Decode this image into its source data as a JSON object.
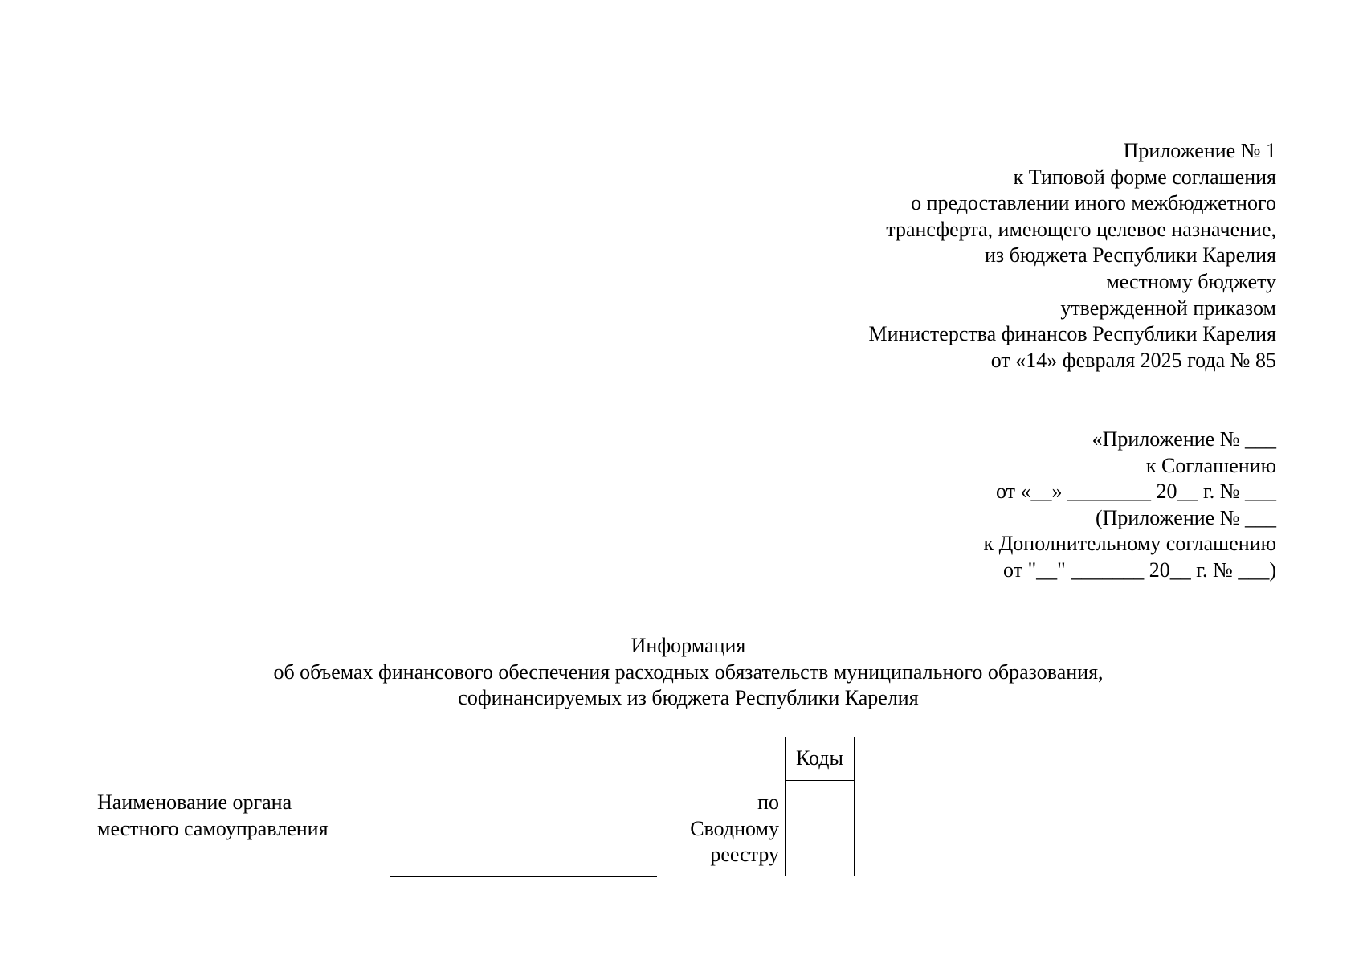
{
  "appendix_header": {
    "lines": [
      "Приложение № 1",
      "к Типовой форме соглашения",
      "о предоставлении иного межбюджетного",
      "трансферта, имеющего целевое назначение,",
      "из бюджета Республики Карелия",
      "местному бюджету",
      "утвержденной приказом",
      "Министерства финансов Республики Карелия",
      "от «14» февраля 2025 года № 85"
    ]
  },
  "agreement_header": {
    "lines": [
      "«Приложение № ___",
      "к Соглашению",
      "от «__» ________ 20__ г. № ___",
      "(Приложение № ___",
      "к Дополнительному соглашению",
      "от \"__\" _______ 20__ г. № ___)"
    ]
  },
  "title": {
    "lines": [
      "Информация",
      "об объемах финансового обеспечения расходных обязательств муниципального образования,",
      "софинансируемых из бюджета Республики Карелия"
    ]
  },
  "form": {
    "org_label_lines": [
      "Наименование органа",
      "местного самоуправления"
    ],
    "registry_label_lines": [
      "по",
      "Сводному",
      "реестру"
    ],
    "codes_header": "Коды",
    "codes_value": ""
  }
}
